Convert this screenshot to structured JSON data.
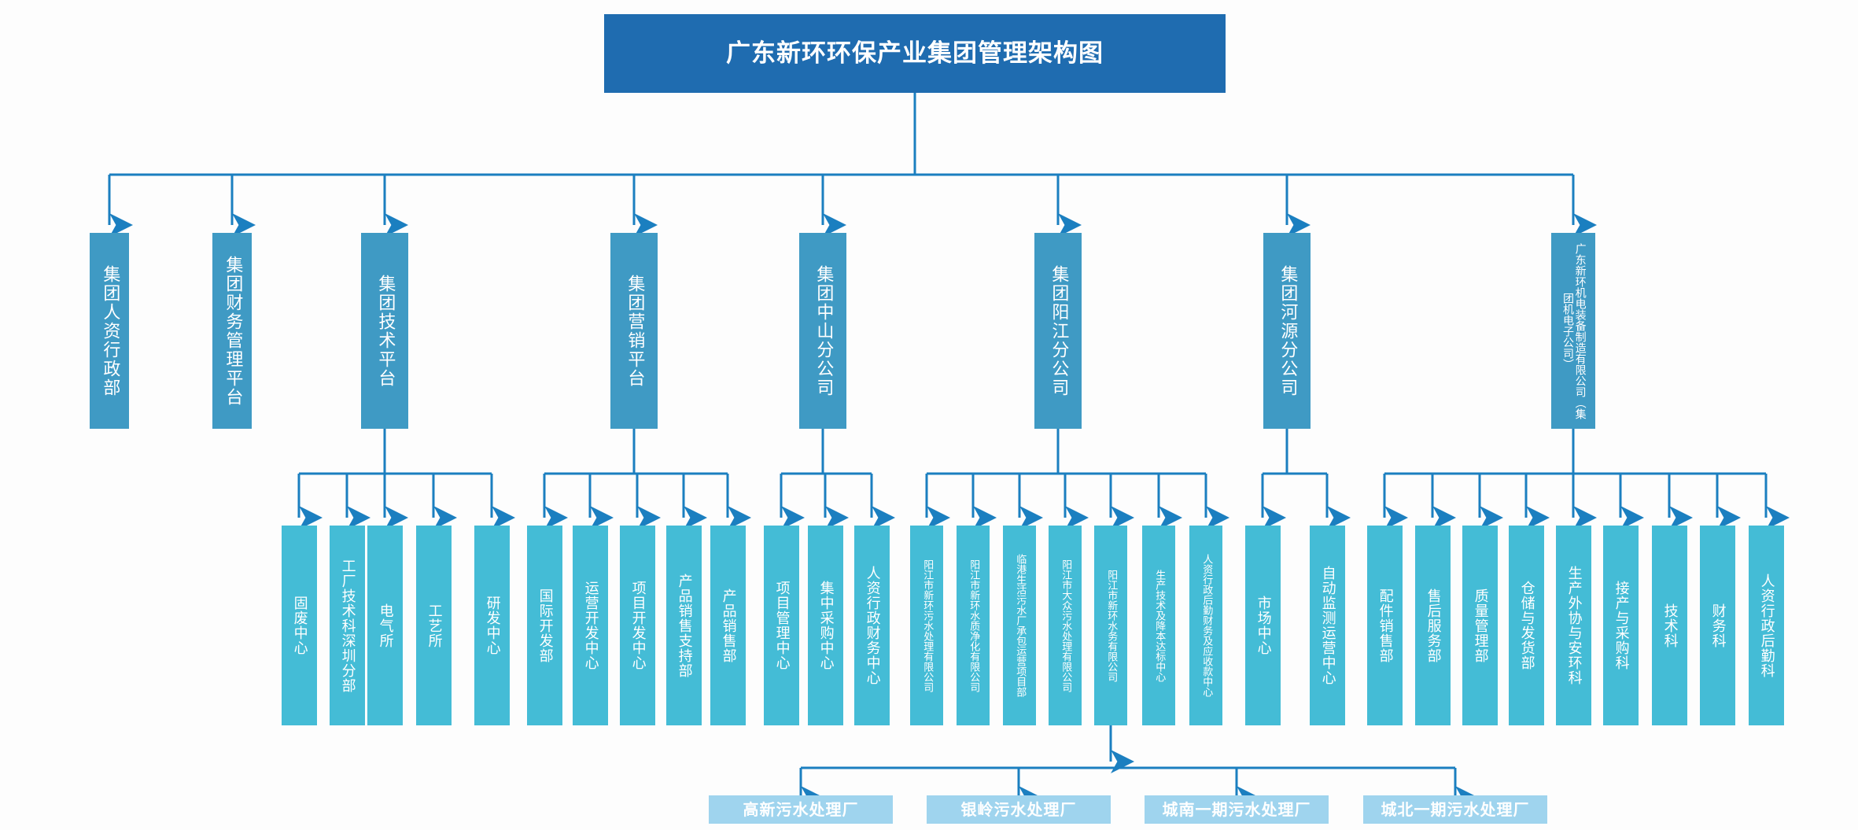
{
  "title": {
    "text": "广东新环环保产业集团管理架构图"
  },
  "colors": {
    "root": "#1f6cb0",
    "level1": "#3f9ac4",
    "level2": "#44bcd6",
    "level3": "#9fd4ee",
    "connector": "#1b7fc0",
    "background": "#fdfdfd"
  },
  "chart_data": {
    "type": "diagram",
    "diagram_type": "organization-chart",
    "orientation": "top-down",
    "title": "广东新环环保产业集团管理架构图",
    "levels": 4,
    "nodes": {
      "root": "广东新环环保产业集团管理架构图",
      "level1": [
        "集团人资行政部",
        "集团财务管理平台",
        "集团技术平台",
        "集团营销平台",
        "集团中山分公司",
        "集团阳江分公司",
        "集团河源分公司",
        "广东新环机电装备制造有限公司（集团机电子公司）"
      ],
      "level2_by_parent": {
        "集团技术平台": [
          "固废中心",
          "工厂技术科深圳分部",
          "电气所",
          "工艺所",
          "研发中心"
        ],
        "集团营销平台": [
          "国际开发部",
          "运营开发中心",
          "项目开发中心",
          "产品销售支持部",
          "产品销售部"
        ],
        "集团中山分公司": [
          "项目管理中心",
          "集中采购中心",
          "人资行政财务中心"
        ],
        "集团阳江分公司": [
          "阳江市新环污水处理有限公司",
          "阳江市新环水质净化有限公司",
          "临港生活污水厂承包运营项目部",
          "阳江市大众污水处理有限公司",
          "阳江市新环水务有限公司",
          "生产技术及降本达标中心",
          "人资行政后勤财务及应收款中心"
        ],
        "集团河源分公司": [
          "市场中心",
          "自动监测运营中心"
        ],
        "广东新环机电装备制造有限公司（集团机电子公司）": [
          "配件销售部",
          "售后服务部",
          "质量管理部",
          "仓储与发货部",
          "生产外协与安环科",
          "接产与采购科",
          "技术科",
          "财务科",
          "人资行政后勤科"
        ]
      },
      "level3_by_parent": {
        "阳江市新环水务有限公司": [
          "高新污水处理厂",
          "银岭污水处理厂",
          "城南一期污水处理厂",
          "城北一期污水处理厂"
        ]
      }
    }
  },
  "root": {
    "label": "广东新环环保产业集团管理架构图"
  },
  "level1": [
    {
      "label": "集团人资行政部"
    },
    {
      "label": "集团财务管理平台"
    },
    {
      "label": "集团技术平台"
    },
    {
      "label": "集团营销平台"
    },
    {
      "label": "集团中山分公司"
    },
    {
      "label": "集团阳江分公司"
    },
    {
      "label": "集团河源分公司"
    },
    {
      "label": "广东新环机电装备制造有限公司（集团机电子公司）"
    }
  ],
  "level2": [
    {
      "label": "固废中心"
    },
    {
      "label": "工厂技术科深圳分部"
    },
    {
      "label": "电气所"
    },
    {
      "label": "工艺所"
    },
    {
      "label": "研发中心"
    },
    {
      "label": "国际开发部"
    },
    {
      "label": "运营开发中心"
    },
    {
      "label": "项目开发中心"
    },
    {
      "label": "产品销售支持部"
    },
    {
      "label": "产品销售部"
    },
    {
      "label": "项目管理中心"
    },
    {
      "label": "集中采购中心"
    },
    {
      "label": "人资行政财务中心"
    },
    {
      "label": "阳江市新环污水处理有限公司"
    },
    {
      "label": "阳江市新环水质净化有限公司"
    },
    {
      "label": "临港生活污水厂承包运营项目部"
    },
    {
      "label": "阳江市大众污水处理有限公司"
    },
    {
      "label": "阳江市新环水务有限公司"
    },
    {
      "label": "生产技术及降本达标中心"
    },
    {
      "label": "人资行政后勤财务及应收款中心"
    },
    {
      "label": "市场中心"
    },
    {
      "label": "自动监测运营中心"
    },
    {
      "label": "配件销售部"
    },
    {
      "label": "售后服务部"
    },
    {
      "label": "质量管理部"
    },
    {
      "label": "仓储与发货部"
    },
    {
      "label": "生产外协与安环科"
    },
    {
      "label": "接产与采购科"
    },
    {
      "label": "技术科"
    },
    {
      "label": "财务科"
    },
    {
      "label": "人资行政后勤科"
    }
  ],
  "level3": [
    {
      "label": "高新污水处理厂"
    },
    {
      "label": "银岭污水处理厂"
    },
    {
      "label": "城南一期污水处理厂"
    },
    {
      "label": "城北一期污水处理厂"
    }
  ]
}
